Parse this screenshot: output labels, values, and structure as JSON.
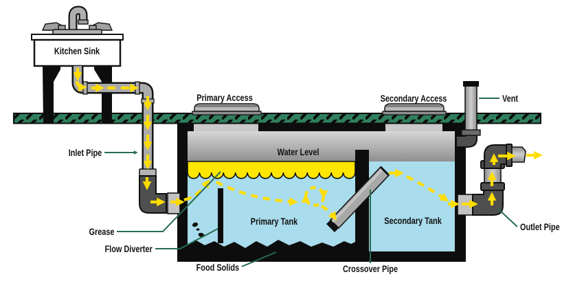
{
  "diagram": {
    "labels": {
      "kitchen_sink": "Kitchen Sink",
      "primary_access": "Primary Access",
      "secondary_access": "Secondary Access",
      "vent": "Vent",
      "inlet_pipe": "Inlet Pipe",
      "water_level": "Water Level",
      "grease": "Grease",
      "flow_diverter": "Flow Diverter",
      "primary_tank": "Primary Tank",
      "secondary_tank": "Secondary Tank",
      "food_solids": "Food Solids",
      "crossover_pipe": "Crossover Pipe",
      "outlet_pipe": "Outlet Pipe"
    },
    "colors": {
      "ground_green": "#2f7f5c",
      "water_blue": "#a9dcec",
      "grease_yellow": "#ffe600",
      "flow_arrow_yellow": "#ffdd00",
      "leader_line_green": "#266c52",
      "pipe_light_gray": "#a8a8a8",
      "fitting_dark_gray": "#4f4f4f",
      "tank_wall_black": "#0d0d0d"
    }
  }
}
